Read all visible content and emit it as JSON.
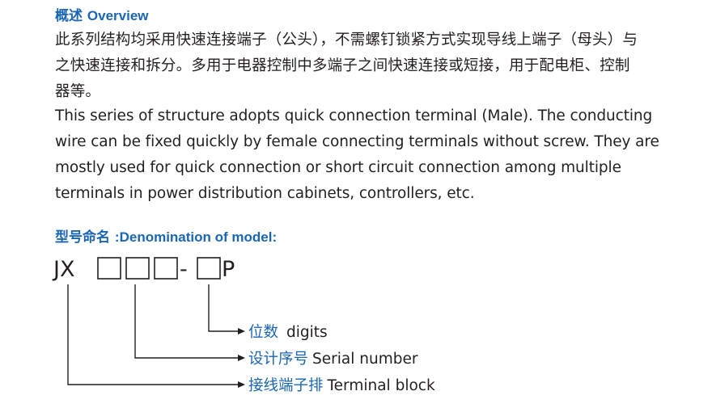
{
  "overview": {
    "heading_zh": "概述",
    "heading_en": "Overview",
    "zh_lines": [
      "此系列结构均采用快速连接端子（公头），不需螺钉锁紧方式实现导线上端子（母头）与",
      "之快速连接和拆分。多用于电器控制中多端子之间快速连接或短接，用于配电柜、控制",
      "器等。"
    ],
    "en_lines": [
      "This series of structure adopts quick connection terminal (Male). The conducting",
      "wire can be fixed quickly by female connecting terminals without screw. They are",
      "mostly used for quick connection or short circuit connection among multiple",
      "terminals in power distribution cabinets, controllers, etc."
    ]
  },
  "model": {
    "heading_zh": "型号命名",
    "heading_en": ":Denomination of model:",
    "prefix": "JX",
    "dash": "-",
    "suffix": "P",
    "labels": [
      {
        "zh": "位数",
        "en": "digits"
      },
      {
        "zh": "设计序号",
        "en": "Serial number"
      },
      {
        "zh": "接线端子排",
        "en": "Terminal block"
      }
    ]
  },
  "colors": {
    "accent": "#1a66b3",
    "text": "#231f20"
  }
}
